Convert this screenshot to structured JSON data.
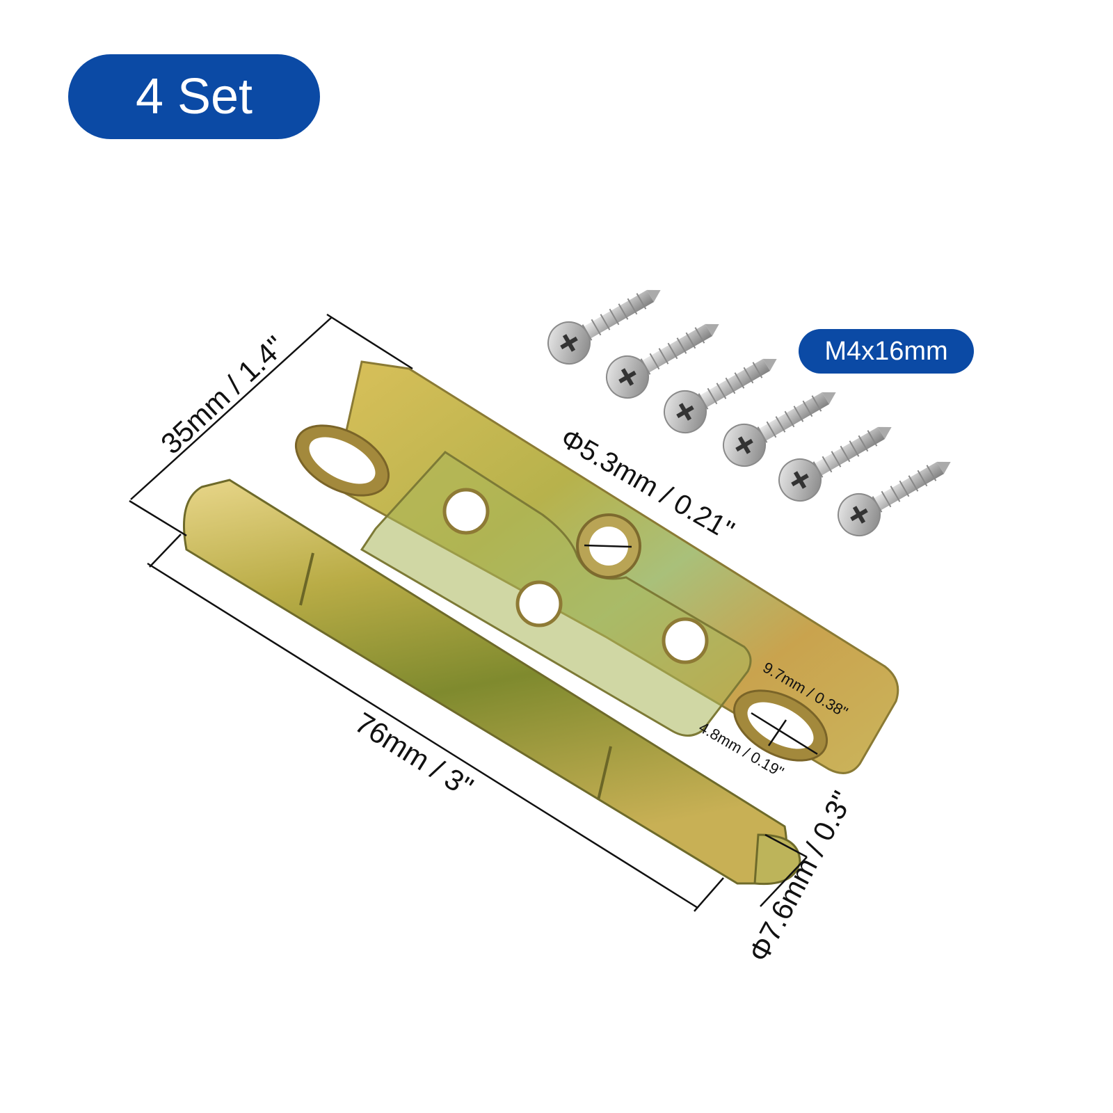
{
  "set_badge": "4 Set",
  "screw_badge": "M4x16mm",
  "dimensions": {
    "width": "35mm / 1.4\"",
    "length": "76mm / 3\"",
    "hole_dia": "Φ5.3mm / 0.21\"",
    "slot_length": "9.7mm / 0.38\"",
    "slot_width": "4.8mm / 0.19\"",
    "knuckle_dia": "Φ7.6mm / 0.3\""
  },
  "colors": {
    "badge": "#0b4aa5",
    "hinge_gold": "#c9b34a",
    "hinge_green": "#9fb14a",
    "screw_silver": "#c8c8c8"
  },
  "screw_count": 6
}
